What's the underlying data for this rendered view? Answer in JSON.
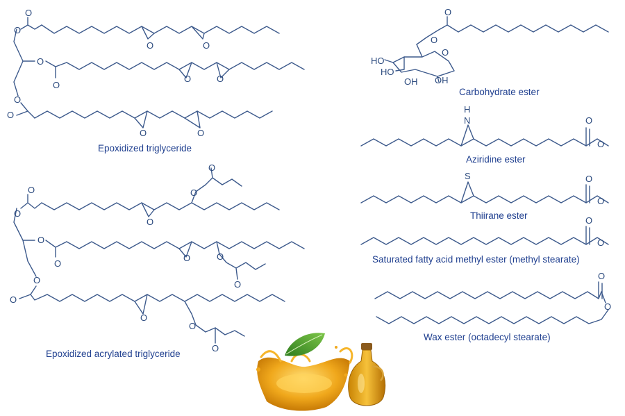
{
  "atoms": {
    "O": "O",
    "N": "N",
    "H": "H",
    "S": "S",
    "OH": "OH",
    "HO": "HO"
  },
  "labels": {
    "epoxidized_triglyceride": "Epoxidized triglyceride",
    "epoxidized_acrylated_triglyceride": "Epoxidized acrylated triglyceride",
    "carbohydrate_ester": "Carbohydrate ester",
    "aziridine_ester": "Aziridine ester",
    "thiirane_ester": "Thiirane ester",
    "methyl_stearate": "Saturated fatty acid methyl ester (methyl stearate)",
    "wax_ester": "Wax ester (octadecyl stearate)"
  },
  "colors": {
    "bond": "#3d5a8c",
    "atom_text": "#2b4a7e",
    "caption_text": "#1f3f8f",
    "oil": "#e8a21a",
    "leaf": "#3f9a2a"
  },
  "icons": [
    "oil-splash-icon",
    "leaf-icon",
    "oil-bottle-icon"
  ]
}
